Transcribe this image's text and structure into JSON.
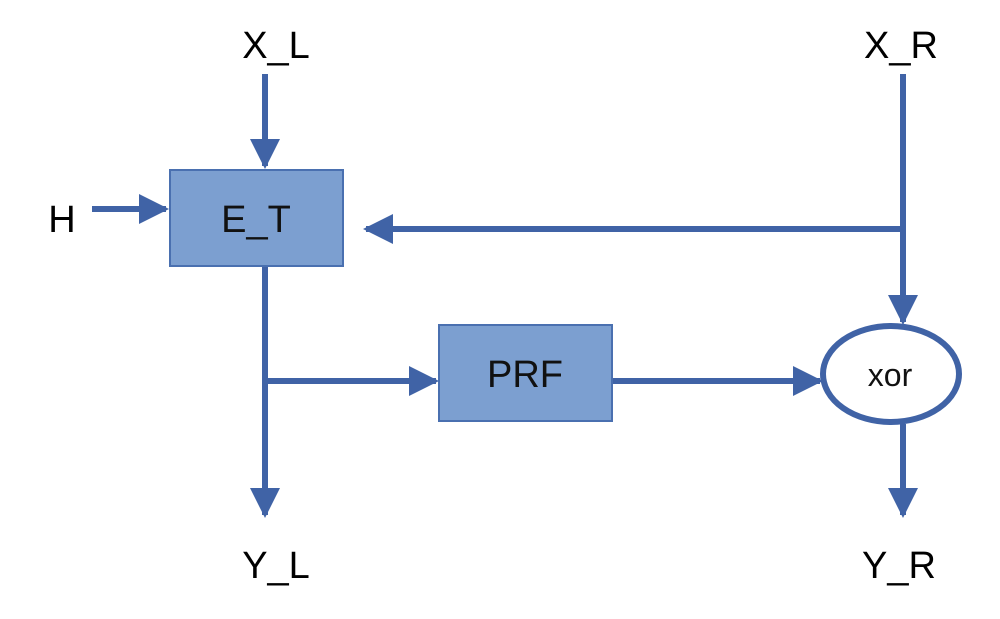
{
  "colors": {
    "line": "#4063A6",
    "box_fill": "#7C9FD0",
    "box_stroke": "#4A70B0",
    "oval_fill": "#FFFFFF",
    "text": "#000000"
  },
  "inputs": {
    "x_left": "X_L",
    "x_right": "X_R",
    "h": "H"
  },
  "outputs": {
    "y_left": "Y_L",
    "y_right": "Y_R"
  },
  "blocks": {
    "et": "E_T",
    "prf": "PRF",
    "xor": "xor"
  }
}
